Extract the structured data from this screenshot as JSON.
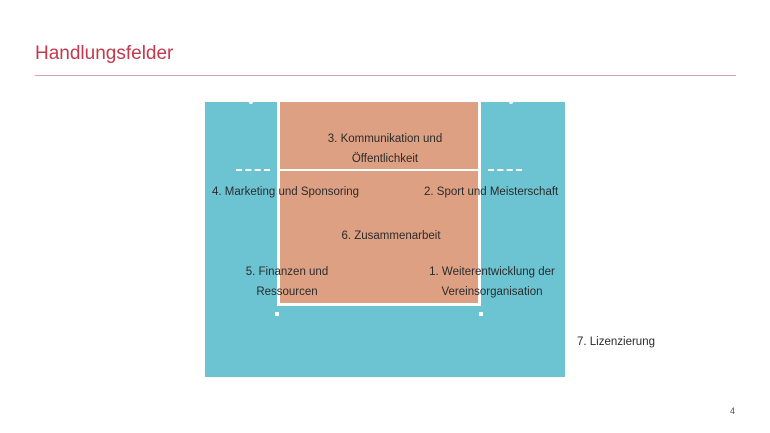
{
  "title": "Handlungsfelder",
  "fields": {
    "f3": [
      "3. Kommunikation und",
      "Öffentlichkeit"
    ],
    "f4": "4. Marketing und Sponsoring",
    "f2": "2. Sport und Meisterschaft",
    "f6": "6. Zusammenarbeit",
    "f5": [
      "5. Finanzen und",
      "Ressourcen"
    ],
    "f1": [
      "1. Weiterentwicklung der",
      "Vereinsorganisation"
    ],
    "f7": "7. Lizenzierung"
  },
  "page_number": "4",
  "colors": {
    "title": "#c3394d",
    "court": "#6cc4d3",
    "front_zone": "#dea083"
  }
}
